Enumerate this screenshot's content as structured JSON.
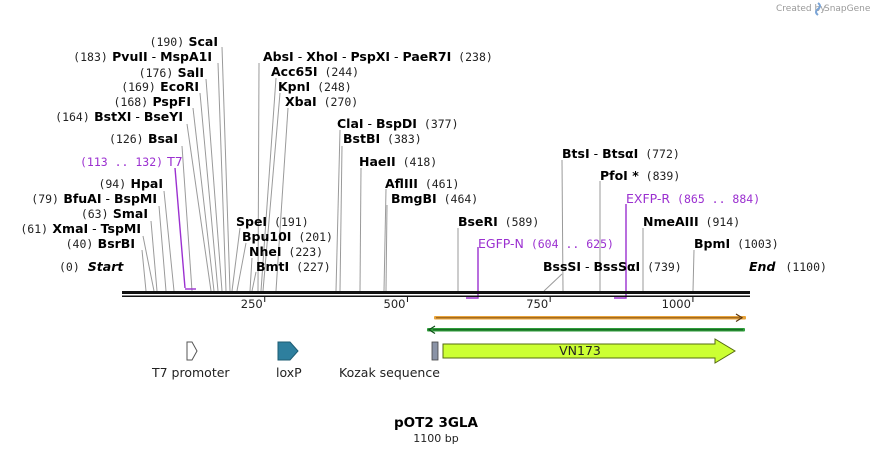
{
  "credit": {
    "text": "Created by",
    "brand": "SnapGene"
  },
  "map": {
    "name": "pOT2 3GLA",
    "length_label": "1100 bp",
    "length": 1100,
    "start_label": "Start",
    "end_label": "End",
    "start_pos": "(0)",
    "end_pos": "(1100)",
    "ticks": [
      {
        "value": 250,
        "label": "250"
      },
      {
        "value": 500,
        "label": "500"
      },
      {
        "value": 750,
        "label": "750"
      },
      {
        "value": 1000,
        "label": "1000"
      }
    ]
  },
  "sites": [
    {
      "parts": [
        {
          "t": "(190)",
          "k": "num"
        },
        {
          "t": " ScaI",
          "k": "enz"
        }
      ]
    },
    {
      "parts": [
        {
          "t": "(183)",
          "k": "num"
        },
        {
          "t": " PvuII",
          "k": "enz"
        },
        {
          "t": "  -  ",
          "k": "sep"
        },
        {
          "t": "MspA1I",
          "k": "enz"
        }
      ]
    },
    {
      "parts": [
        {
          "t": "(176)",
          "k": "num"
        },
        {
          "t": " SalI",
          "k": "enz"
        }
      ]
    },
    {
      "parts": [
        {
          "t": "(169)",
          "k": "num"
        },
        {
          "t": " EcoRI",
          "k": "enz"
        }
      ]
    },
    {
      "parts": [
        {
          "t": "(168)",
          "k": "num"
        },
        {
          "t": " PspFI",
          "k": "enz"
        }
      ]
    },
    {
      "parts": [
        {
          "t": "(164)",
          "k": "num"
        },
        {
          "t": " BstXI",
          "k": "enz"
        },
        {
          "t": "  -  ",
          "k": "sep"
        },
        {
          "t": "BseYI",
          "k": "enz"
        }
      ]
    },
    {
      "parts": [
        {
          "t": "(126)",
          "k": "num"
        },
        {
          "t": " BsaI",
          "k": "enz"
        }
      ]
    },
    {
      "parts": [
        {
          "t": "(94)",
          "k": "num"
        },
        {
          "t": " HpaI",
          "k": "enz"
        }
      ]
    },
    {
      "parts": [
        {
          "t": "(79)",
          "k": "num"
        },
        {
          "t": " BfuAI",
          "k": "enz"
        },
        {
          "t": "  -  ",
          "k": "sep"
        },
        {
          "t": "BspMI",
          "k": "enz"
        }
      ]
    },
    {
      "parts": [
        {
          "t": "(63)",
          "k": "num"
        },
        {
          "t": " SmaI",
          "k": "enz"
        }
      ]
    },
    {
      "parts": [
        {
          "t": "(61)",
          "k": "num"
        },
        {
          "t": " XmaI",
          "k": "enz"
        },
        {
          "t": "  -  ",
          "k": "sep"
        },
        {
          "t": "TspMI",
          "k": "enz"
        }
      ]
    },
    {
      "parts": [
        {
          "t": "(40)",
          "k": "num"
        },
        {
          "t": " BsrBI",
          "k": "enz"
        }
      ]
    },
    {
      "parts": [
        {
          "t": "AbsI",
          "k": "enz"
        },
        {
          "t": "  -  ",
          "k": "sep"
        },
        {
          "t": "XhoI",
          "k": "enz"
        },
        {
          "t": "  -  ",
          "k": "sep"
        },
        {
          "t": "PspXI",
          "k": "enz"
        },
        {
          "t": "  -  ",
          "k": "sep"
        },
        {
          "t": "PaeR7I",
          "k": "enz"
        },
        {
          "t": "   (238)",
          "k": "num"
        }
      ]
    },
    {
      "parts": [
        {
          "t": "Acc65I",
          "k": "enz"
        },
        {
          "t": "   (244)",
          "k": "num"
        }
      ]
    },
    {
      "parts": [
        {
          "t": "KpnI",
          "k": "enz"
        },
        {
          "t": "   (248)",
          "k": "num"
        }
      ]
    },
    {
      "parts": [
        {
          "t": "XbaI",
          "k": "enz"
        },
        {
          "t": "   (270)",
          "k": "num"
        }
      ]
    },
    {
      "parts": [
        {
          "t": "ClaI",
          "k": "enz"
        },
        {
          "t": "  -  ",
          "k": "sep"
        },
        {
          "t": "BspDI",
          "k": "enz"
        },
        {
          "t": "   (377)",
          "k": "num"
        }
      ]
    },
    {
      "parts": [
        {
          "t": "BstBI",
          "k": "enz"
        },
        {
          "t": "   (383)",
          "k": "num"
        }
      ]
    },
    {
      "parts": [
        {
          "t": "HaeII",
          "k": "enz"
        },
        {
          "t": "   (418)",
          "k": "num"
        }
      ]
    },
    {
      "parts": [
        {
          "t": "AflIII",
          "k": "enz"
        },
        {
          "t": "   (461)",
          "k": "num"
        }
      ]
    },
    {
      "parts": [
        {
          "t": "BmgBI",
          "k": "enz"
        },
        {
          "t": "   (464)",
          "k": "num"
        }
      ]
    },
    {
      "parts": [
        {
          "t": "SpeI",
          "k": "enz"
        },
        {
          "t": "   (191)",
          "k": "num"
        }
      ]
    },
    {
      "parts": [
        {
          "t": "Bpu10I",
          "k": "enz"
        },
        {
          "t": "   (201)",
          "k": "num"
        }
      ]
    },
    {
      "parts": [
        {
          "t": "NheI",
          "k": "enz"
        },
        {
          "t": "   (223)",
          "k": "num"
        }
      ]
    },
    {
      "parts": [
        {
          "t": "BmtI",
          "k": "enz"
        },
        {
          "t": "   (227)",
          "k": "num"
        }
      ]
    },
    {
      "parts": [
        {
          "t": "BseRI",
          "k": "enz"
        },
        {
          "t": "   (589)",
          "k": "num"
        }
      ]
    },
    {
      "parts": [
        {
          "t": "BtsI",
          "k": "enz"
        },
        {
          "t": "  -  ",
          "k": "sep"
        },
        {
          "t": "BtsαI",
          "k": "enz"
        },
        {
          "t": "   (772)",
          "k": "num"
        }
      ]
    },
    {
      "parts": [
        {
          "t": "PfoI *",
          "k": "enz"
        },
        {
          "t": "   (839)",
          "k": "num"
        }
      ]
    },
    {
      "parts": [
        {
          "t": "NmeAIII",
          "k": "enz"
        },
        {
          "t": "   (914)",
          "k": "num"
        }
      ]
    },
    {
      "parts": [
        {
          "t": "BpmI",
          "k": "enz"
        },
        {
          "t": "   (1003)",
          "k": "num"
        }
      ]
    },
    {
      "parts": [
        {
          "t": "BssSI",
          "k": "enz"
        },
        {
          "t": "  -  ",
          "k": "sep"
        },
        {
          "t": "BssSαI",
          "k": "enz"
        },
        {
          "t": "   (739)",
          "k": "num"
        }
      ]
    }
  ],
  "primers": [
    {
      "parts": [
        {
          "t": "(113 .. 132)",
          "k": "pnum"
        },
        {
          "t": "  T7",
          "k": "pname"
        }
      ]
    },
    {
      "parts": [
        {
          "t": "EGFP-N",
          "k": "pname"
        },
        {
          "t": "   (604 .. 625)",
          "k": "pnum"
        }
      ]
    },
    {
      "parts": [
        {
          "t": "EXFP-R",
          "k": "pname"
        },
        {
          "t": "   (865 .. 884)",
          "k": "pnum"
        }
      ]
    }
  ],
  "features": [
    {
      "label": "T7 promoter",
      "color": "#ffffff"
    },
    {
      "label": "loxP",
      "color": "#2e7f9e"
    },
    {
      "label": "Kozak sequence",
      "color": "#8a93a6"
    },
    {
      "label": "VN173",
      "color": "#ccff33"
    }
  ],
  "colors": {
    "orf_orange": "#e8a33a",
    "orf_green": "#2e9d3a",
    "primer": "#9b30d0"
  }
}
